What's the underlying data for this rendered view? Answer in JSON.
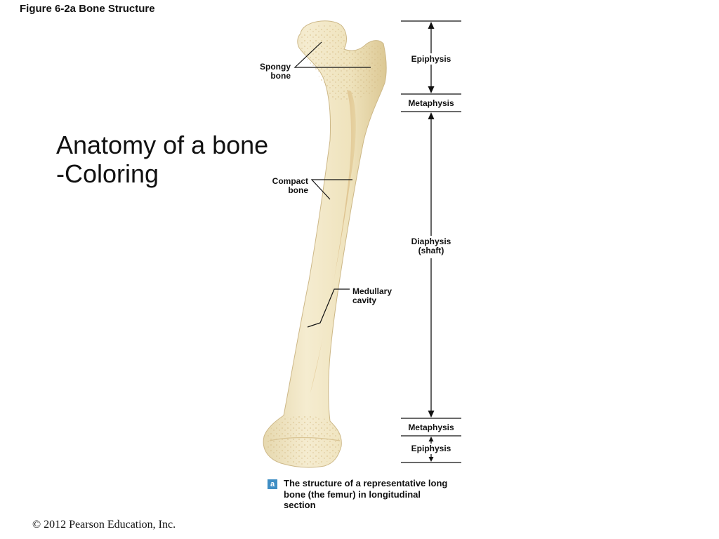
{
  "figure_title": "Figure 6-2a  Bone Structure",
  "slide_title": {
    "line1": "Anatomy of a bone",
    "line2": "-Coloring"
  },
  "labels": {
    "spongy_bone": {
      "line1": "Spongy",
      "line2": "bone"
    },
    "compact_bone": {
      "line1": "Compact",
      "line2": "bone"
    },
    "medullary_cavity": {
      "line1": "Medullary",
      "line2": "cavity"
    }
  },
  "regions": {
    "epiphysis_top": "Epiphysis",
    "metaphysis_top": "Metaphysis",
    "diaphysis": {
      "line1": "Diaphysis",
      "line2": "(shaft)"
    },
    "metaphysis_bottom": "Metaphysis",
    "epiphysis_bottom": "Epiphysis"
  },
  "caption": {
    "badge": "a",
    "text": "The structure of a representative long bone (the femur) in longitudinal section"
  },
  "copyright": "© 2012 Pearson Education, Inc.",
  "colors": {
    "bone": "#f1e6c4",
    "bone_shade": "#e2cfa0",
    "marrow": "#d2ac74",
    "badge": "#3f8ec4"
  }
}
